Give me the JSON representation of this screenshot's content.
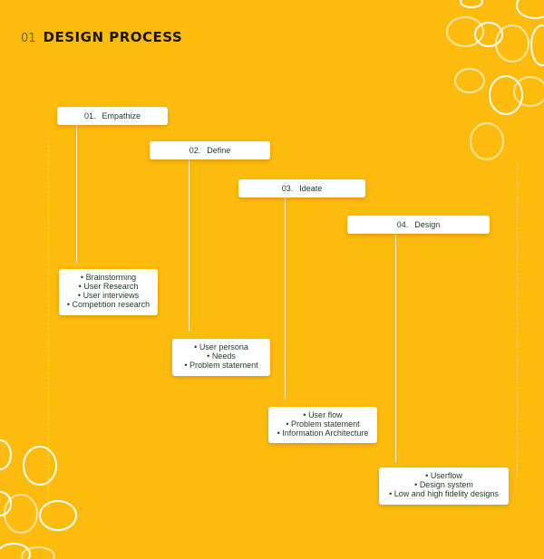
{
  "header": {
    "number": "01",
    "title": "DESIGN PROCESS"
  },
  "steps": [
    {
      "number": "01.",
      "label": "Empathize",
      "items": [
        "Brainstorming",
        "User Research",
        "User interviews",
        "Competition research"
      ]
    },
    {
      "number": "02.",
      "label": "Define",
      "items": [
        "User persona",
        "Needs",
        "Problem statement"
      ]
    },
    {
      "number": "03.",
      "label": "Ideate",
      "items": [
        "User flow",
        "Problem statement",
        "Information Architecture"
      ]
    },
    {
      "number": "04.",
      "label": "Design",
      "items": [
        "Userflow",
        "Design system",
        "Low and high fidelity designs"
      ]
    }
  ],
  "colors": {
    "background": "#FDBB0D",
    "text": "#1f3a22",
    "card": "#ffffff"
  }
}
